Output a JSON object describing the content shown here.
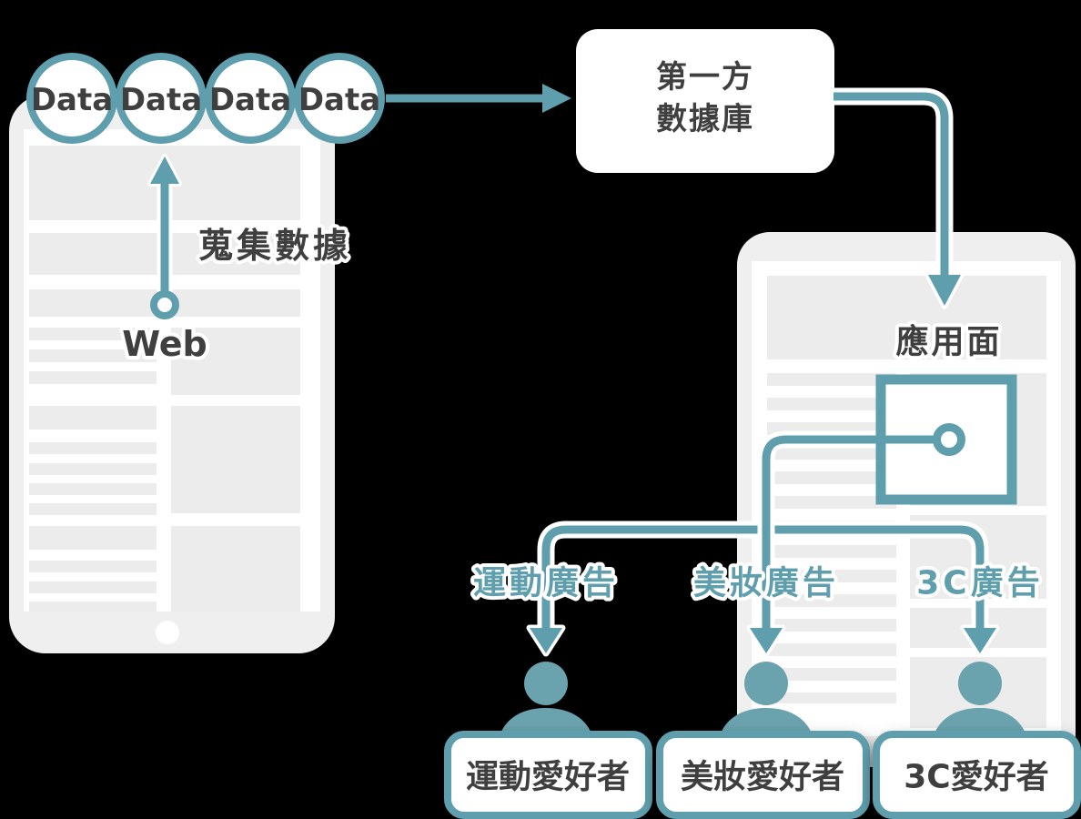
{
  "colors": {
    "background": "#000000",
    "teal_stroke": "#5F9EAD",
    "teal_fill": "#6AA2AE",
    "teal_text": "#5F9EAD",
    "dark_text": "#3F3F3F",
    "tablet_frame": "#EFEFEF",
    "wireframe_block": "#ECECEC",
    "white": "#FFFFFF"
  },
  "data_chips": {
    "labels": [
      "Data",
      "Data",
      "Data",
      "Data"
    ]
  },
  "left_tablet": {
    "collect_label": "蒐集數據",
    "web_label": "Web"
  },
  "database": {
    "line1": "第一方",
    "line2": "數據庫"
  },
  "right_tablet": {
    "application_label": "應用面"
  },
  "ads": [
    {
      "label": "運動廣告"
    },
    {
      "label": "美妝廣告"
    },
    {
      "label": "3C廣告"
    }
  ],
  "personas": [
    {
      "label": "運動愛好者"
    },
    {
      "label": "美妝愛好者"
    },
    {
      "label": "3C愛好者"
    }
  ]
}
